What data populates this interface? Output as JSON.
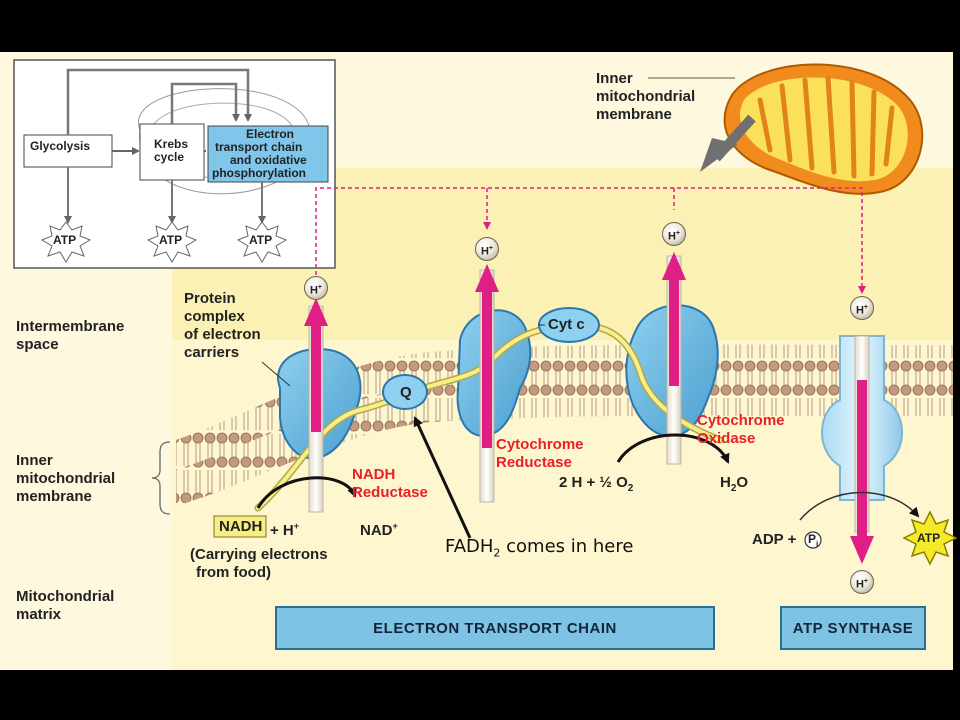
{
  "overview": {
    "glycolysis": "Glycolysis",
    "krebs_line1": "Krebs",
    "krebs_line2": "cycle",
    "etc_line1": "Electron",
    "etc_line2": "transport chain",
    "etc_line3": "and oxidative",
    "etc_line4": "phosphorylation",
    "atp_labels": [
      "ATP",
      "ATP",
      "ATP"
    ]
  },
  "mitochondrion_label": [
    "Inner",
    "mitochondrial",
    "membrane"
  ],
  "regions": {
    "intermembrane": [
      "Intermembrane",
      "space"
    ],
    "inner_membrane": [
      "Inner",
      "mitochondrial",
      "membrane"
    ],
    "matrix": [
      "Mitochondrial",
      "matrix"
    ]
  },
  "protein_complex_label": [
    "Protein",
    "complex",
    "of electron",
    "carriers"
  ],
  "carriers": {
    "q": "Q",
    "cyt_c": "Cyt c"
  },
  "enzymes": {
    "nadh_reductase": [
      "NADH",
      "Reductase"
    ],
    "cytochrome_reductase": [
      "Cytochrome",
      "Reductase"
    ],
    "cytochrome_oxidase": [
      "Cytochrome",
      "Oxidase"
    ]
  },
  "reactions": {
    "nadh": "NADH",
    "plus_h": "+ H",
    "nad": "NAD",
    "carrying": [
      "(Carrying electrons",
      "from food)"
    ],
    "oxygen": "2 H + ½ O",
    "oxygen_sub": "2",
    "water": "H",
    "water_sub": "2",
    "water_end": "O",
    "adp": "ADP +",
    "pi": "P",
    "pi_sub": "i",
    "atp": "ATP"
  },
  "h_plus": "H",
  "h_plus_sup": "+",
  "bottom_boxes": {
    "etc": "ELECTRON TRANSPORT CHAIN",
    "atp_synthase": "ATP SYNTHASE"
  },
  "overlay": {
    "fadh_prefix": "FADH",
    "fadh_sub": "2",
    "fadh_suffix": " comes in here"
  },
  "colors": {
    "background_yellow": "#fbf1b4",
    "membrane_blue": "#6bb8e2",
    "proton_arrow": "#e01f86",
    "electron_path": "#f7f08a",
    "label_red": "#e8202a"
  }
}
